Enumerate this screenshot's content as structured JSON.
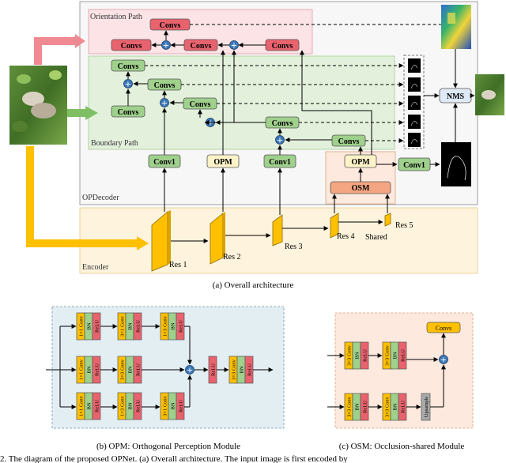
{
  "top": {
    "orientation_path": "Orientation Path",
    "boundary_path": "Boundary Path",
    "opdecoder": "OPDecoder",
    "encoder": "Encoder",
    "convs": "Convs",
    "conv1": "Conv1",
    "opm": "OPM",
    "osm": "OSM",
    "nms": "NMS",
    "res1": "Res 1",
    "res2": "Res 2",
    "res3": "Res 3",
    "res4": "Res 4",
    "res5": "Res 5",
    "shared": "Shared",
    "plus": "+",
    "caption": "(a)  Overall architecture"
  },
  "opm_module": {
    "conv1x1": "1×1 Conv",
    "conv3x1": "3×1 Conv",
    "conv1x3": "1×3 Conv",
    "conv3x3": "3×3 Conv",
    "bn": "BN",
    "relu": "ReLU",
    "caption": "(b)  OPM: Orthogonal Perception Module"
  },
  "osm_module": {
    "conv3x3": "3×3 Conv",
    "bn": "BN",
    "relu": "ReLU",
    "upsample": "Upsample",
    "convs": "Convs",
    "caption": "(c)  OSM: Occlusion-shared Module"
  },
  "footer": {
    "partial": "2.  The diagram of the proposed OPNet. (a) Overall architecture. The input image is first encoded by"
  },
  "colors": {
    "red": "#e8636e",
    "green": "#9fd08c",
    "yellow": "#ffc000",
    "blue": "#3a78b8",
    "orient_bg": "#fbe3e6",
    "boundary_bg": "#e3f1dc",
    "encoder_bg": "#fef3dc",
    "opdecoder_bg": "#f7f7f7",
    "opm_bg": "#e3eef3",
    "osm_bg": "#fde9dd"
  }
}
